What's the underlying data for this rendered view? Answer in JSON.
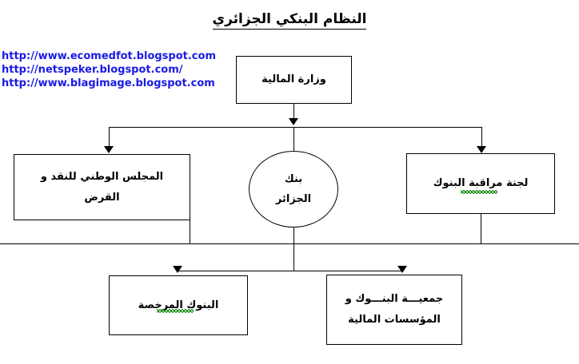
{
  "document": {
    "title": "النظام البنكي  الجزائري",
    "language": "ar",
    "background_color": "#ffffff",
    "line_color": "#000000",
    "text_color": "#000000"
  },
  "watermark": {
    "color": "#1a1ae6",
    "urls": [
      "http://www.ecomedfot.blogspot.com",
      "http://netspeker.blogspot.com/",
      "http://www.blagimage.blogspot.com"
    ]
  },
  "diagram": {
    "type": "organizational-hierarchy",
    "nodes": [
      {
        "id": "ministry-of-finance",
        "shape": "rectangle",
        "level": 1,
        "lines": [
          "وزارة المالية"
        ],
        "spellcheck_marker": false
      },
      {
        "id": "national-council-money-credit",
        "shape": "rectangle",
        "level": 2,
        "lines": [
          "المجلس الوطني للنقد و",
          "القرض"
        ],
        "spellcheck_marker": false
      },
      {
        "id": "bank-of-algeria",
        "shape": "circle",
        "level": 2,
        "lines": [
          "بنك",
          "الجزائر"
        ],
        "spellcheck_marker": false
      },
      {
        "id": "banking-supervision-committee",
        "shape": "rectangle",
        "level": 2,
        "lines": [
          "لجنة مراقبة البنوك"
        ],
        "spellcheck_marker": true,
        "spellcheck_color": "#008000"
      },
      {
        "id": "licensed-banks",
        "shape": "rectangle",
        "level": 3,
        "lines": [
          "البنوك المرخصة"
        ],
        "spellcheck_marker": true,
        "spellcheck_color": "#008000"
      },
      {
        "id": "association-banks-financial-institutions",
        "shape": "rectangle",
        "level": 3,
        "lines": [
          "جمعيـــة البنـــوك و",
          "المؤسسات المالية"
        ],
        "spellcheck_marker": false
      }
    ],
    "edges": [
      {
        "from": "ministry-of-finance",
        "to": "national-council-money-credit",
        "arrow": "down"
      },
      {
        "from": "ministry-of-finance",
        "to": "bank-of-algeria",
        "arrow": "down"
      },
      {
        "from": "ministry-of-finance",
        "to": "banking-supervision-committee",
        "arrow": "down"
      },
      {
        "from": "bank-of-algeria",
        "to": "licensed-banks",
        "arrow": "down"
      },
      {
        "from": "bank-of-algeria",
        "to": "association-banks-financial-institutions",
        "arrow": "down"
      }
    ]
  }
}
